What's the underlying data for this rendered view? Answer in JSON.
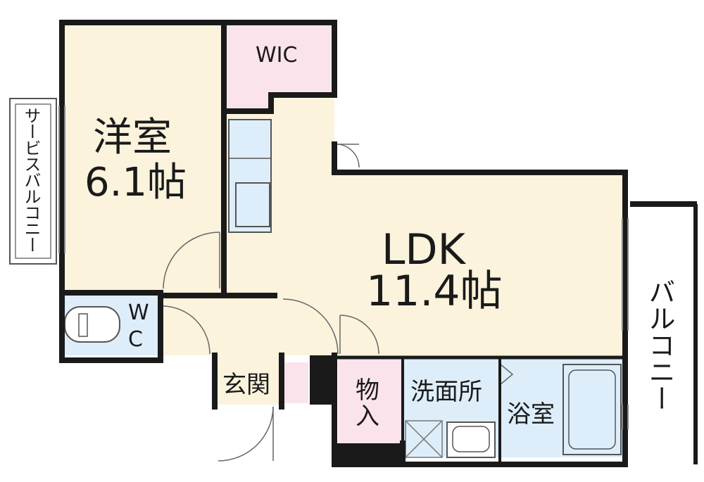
{
  "colors": {
    "wall": "#1a1a1a",
    "room_cream": "#fbf3dc",
    "room_pink": "#fbe3ec",
    "room_blue": "#ddeefa",
    "balcony": "#ffffff"
  },
  "rooms": {
    "western_room": {
      "name": "洋室",
      "size": "6.1帖"
    },
    "ldk": {
      "name": "LDK",
      "size": "11.4帖"
    },
    "wic": {
      "name": "WIC"
    },
    "wc": {
      "line1": "W",
      "line2": "C"
    },
    "entrance": {
      "name": "玄関"
    },
    "storage": {
      "line1": "物",
      "line2": "入"
    },
    "washroom": {
      "name": "洗面所"
    },
    "bathroom": {
      "name": "浴室"
    },
    "service_balcony": {
      "name": "サービスバルコニー"
    },
    "balcony": {
      "name": "バルコニー"
    }
  }
}
